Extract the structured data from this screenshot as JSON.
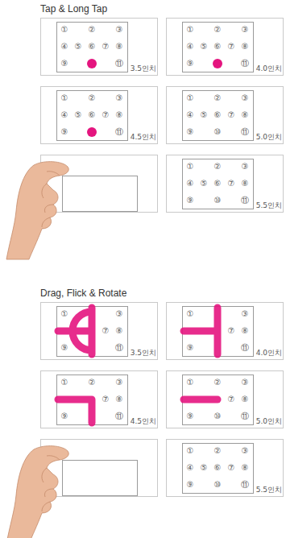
{
  "diagram": {
    "title": "Tap & Long Tap",
    "nodes": [
      {
        "text": [
          "3.5인치"
        ]
      },
      {
        "text": [
          "4.0인치"
        ]
      },
      {
        "text": [
          "4.5인치"
        ]
      },
      {
        "text": [
          "5.0인치"
        ]
      },
      {
        "text": [
          "5.5인치"
        ]
      },
      {
        "text": [
          "3.5인치"
        ]
      },
      {
        "text": [
          "4.0인치"
        ]
      },
      {
        "text": [
          "4.5인치"
        ]
      },
      {
        "text": [
          "5.0인치"
        ]
      },
      {
        "text": [
          "5.5인치"
        ]
      }
    ],
    "labels": [
      "①",
      "②",
      "③",
      "④",
      "⑤",
      "⑥",
      "⑦",
      "⑧",
      "⑨",
      "⑪",
      "①",
      "②",
      "③",
      "④",
      "⑤",
      "⑥",
      "⑦",
      "⑧",
      "⑨",
      "⑪",
      "①",
      "②",
      "③",
      "④",
      "⑤",
      "⑥",
      "⑦",
      "⑧",
      "⑨",
      "⑪",
      "①",
      "②",
      "③",
      "④",
      "⑤",
      "⑥",
      "⑦",
      "⑧",
      "⑨",
      "⑩",
      "⑪",
      "①",
      "②",
      "③",
      "④",
      "⑤",
      "⑥",
      "⑦",
      "⑧",
      "⑨",
      "⑩",
      "⑪",
      "Drag, Flick & Rotate",
      "①",
      "③",
      "⑦",
      "⑧",
      "⑨",
      "⑪",
      "①",
      "③",
      "⑦",
      "⑧",
      "⑨",
      "⑪",
      "①",
      "②",
      "③",
      "⑦",
      "⑧",
      "⑨",
      "⑪",
      "①",
      "②",
      "③",
      "⑦",
      "⑧",
      "⑨",
      "⑩",
      "⑪",
      "①",
      "②",
      "③",
      "④",
      "⑤",
      "⑥",
      "⑦",
      "⑧",
      "⑨",
      "⑩",
      "⑪"
    ]
  }
}
